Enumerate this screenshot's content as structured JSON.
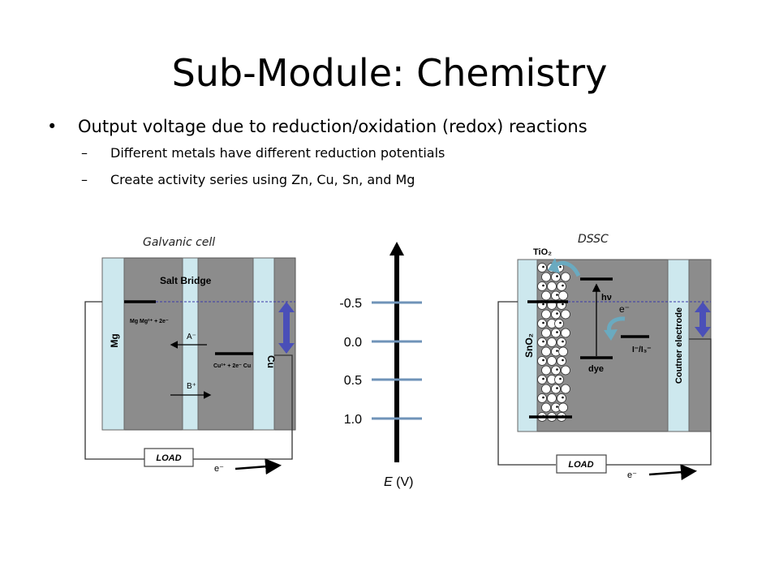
{
  "slide": {
    "title": "Sub-Module: Chemistry",
    "bullet": "Output voltage due to reduction/oxidation (redox) reactions",
    "sub_bullets": [
      "Different metals have different reduction potentials",
      "Create activity series using Zn, Cu, Sn, and Mg"
    ]
  },
  "galvanic": {
    "caption": "Galvanic cell",
    "salt_bridge": "Salt Bridge",
    "left_electrode": "Mg",
    "right_electrode": "Cu",
    "left_reaction": "Mg    Mg²⁺ + 2e⁻",
    "right_reaction": "Cu²⁺ + 2e⁻    Cu",
    "anion": "A⁻",
    "cation": "B⁺",
    "load": "LOAD",
    "electron": "e⁻"
  },
  "scale": {
    "ticks": [
      "-0.5",
      "0.0",
      "0.5",
      "1.0"
    ],
    "axis_label_italic": "E",
    "axis_label_unit": " (V)"
  },
  "dssc": {
    "caption": "DSSC",
    "tio2": "TiO₂",
    "sno2": "SnO₂",
    "hv": "hν",
    "electron_top": "e⁻",
    "redox": "I⁻/I₃⁻",
    "dye": "dye",
    "counter": "Coutner electrode",
    "load": "LOAD",
    "electron": "e⁻"
  },
  "colors": {
    "cell_gray": "#8c8c8c",
    "electrode_blue": "#cde8ee",
    "arrow_purple": "#4a4fb8",
    "tick_blue": "#6f93b8"
  }
}
